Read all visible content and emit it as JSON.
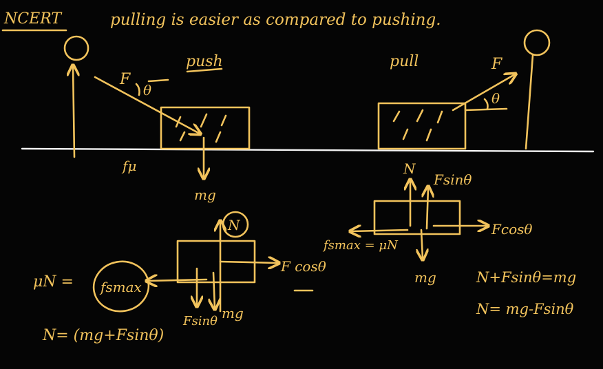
{
  "header": {
    "tag": "NCERT",
    "statement": "pulling is easier as compared to pushing."
  },
  "push_scene": {
    "label": "push",
    "force": "F",
    "angle": "θ",
    "friction": "fμ",
    "weight": "mg",
    "normal": "N",
    "horizontal_component": "F cosθ",
    "vertical_component": "Fsinθ",
    "friction_eq_lhs": "μN =",
    "friction_max": "fsmax",
    "normal_eq": "N= (mg+Fsinθ)"
  },
  "pull_scene": {
    "label": "pull",
    "force": "F",
    "angle": "θ",
    "normal": "N",
    "vertical_component": "Fsinθ",
    "horizontal_component": "Fcosθ",
    "friction_eq": "fsmax = μN",
    "weight": "mg",
    "balance_eq": "N+Fsinθ=mg",
    "normal_eq": "N= mg-Fsinθ"
  },
  "colors": {
    "background": "#050505",
    "ink": "#f2c35c",
    "ground_line": "#f4f4f4"
  }
}
